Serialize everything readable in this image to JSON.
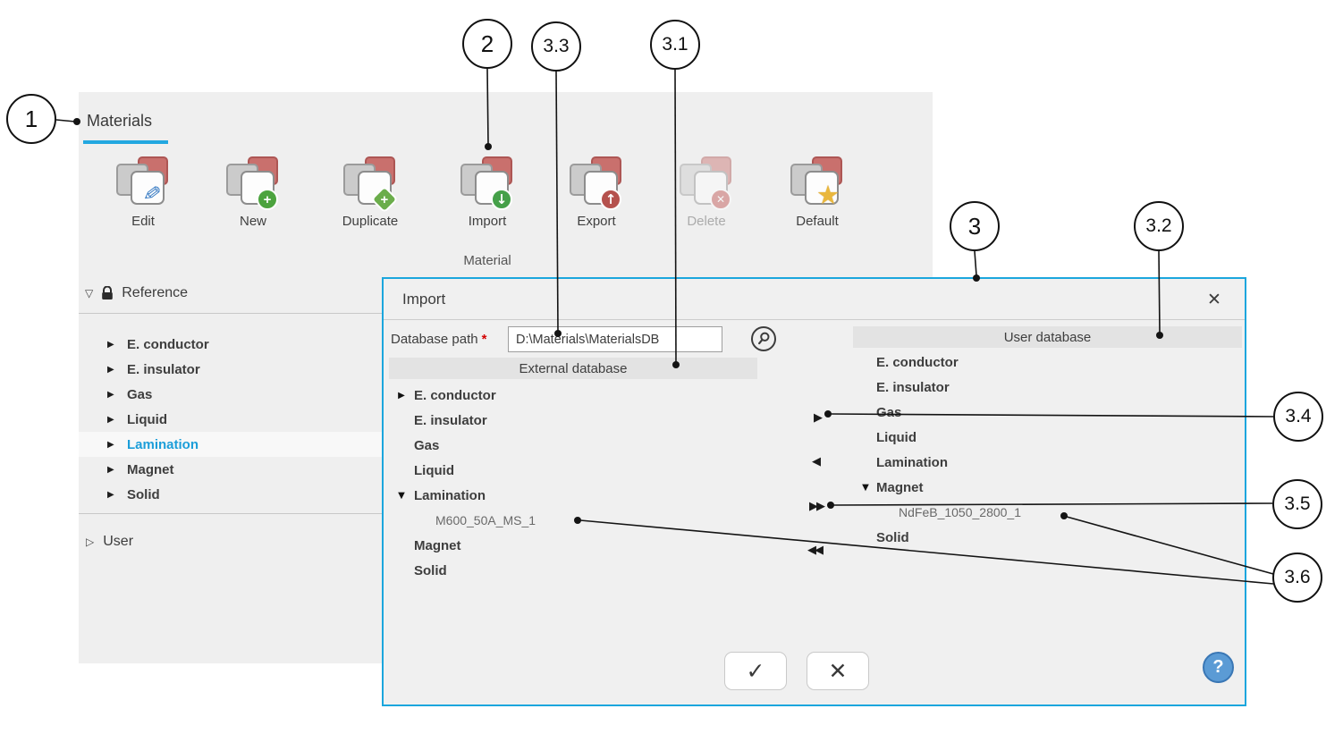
{
  "colors": {
    "accent_cyan": "#1ba6dd",
    "selected_blue": "#1c9ed9",
    "required_red": "#d20000",
    "help_blue": "#5b9bd5",
    "panel_bg": "#efefef"
  },
  "glyphs": {
    "tri_right": "▶",
    "tri_down": "▼",
    "tri_right_open": "▷",
    "tri_down_open": "▽",
    "check": "✓",
    "cross": "✕",
    "close": "✕",
    "question": "?",
    "star": "★",
    "plus": "+",
    "arrow_down": "↓",
    "arrow_up": "↑",
    "pencil": "✎",
    "asterisk": "*"
  },
  "panel": {
    "tab_label": "Materials",
    "toolbar": {
      "group_label": "Material",
      "buttons": [
        {
          "label": "Edit"
        },
        {
          "label": "New"
        },
        {
          "label": "Duplicate"
        },
        {
          "label": "Import"
        },
        {
          "label": "Export"
        },
        {
          "label": "Delete",
          "disabled": true
        },
        {
          "label": "Default"
        }
      ]
    },
    "tree": {
      "reference_label": "Reference",
      "reference_items": [
        {
          "label": "E. conductor"
        },
        {
          "label": "E. insulator"
        },
        {
          "label": "Gas"
        },
        {
          "label": "Liquid"
        },
        {
          "label": "Lamination",
          "selected": true
        },
        {
          "label": "Magnet"
        },
        {
          "label": "Solid"
        }
      ],
      "user_label": "User"
    }
  },
  "dialog": {
    "title": "Import",
    "database_path": {
      "label": "Database path",
      "required_marker": "*",
      "value": "D:\\Materials\\MaterialsDB"
    },
    "external_db": {
      "header": "External database",
      "items": [
        {
          "label": "E. conductor"
        },
        {
          "label": "E. insulator"
        },
        {
          "label": "Gas"
        },
        {
          "label": "Liquid"
        },
        {
          "label": "Lamination"
        },
        {
          "label": "M600_50A_MS_1",
          "child": true
        },
        {
          "label": "Magnet"
        },
        {
          "label": "Solid"
        }
      ]
    },
    "user_db": {
      "header": "User database",
      "items": [
        {
          "label": "E. conductor"
        },
        {
          "label": "E. insulator"
        },
        {
          "label": "Gas"
        },
        {
          "label": "Liquid"
        },
        {
          "label": "Lamination"
        },
        {
          "label": "Magnet"
        },
        {
          "label": "NdFeB_1050_2800_1",
          "child": true
        },
        {
          "label": "Solid"
        }
      ]
    },
    "transfer": {
      "add": "▶",
      "remove": "◀",
      "add_all": "▶▶",
      "remove_all": "◀◀"
    }
  },
  "callouts": {
    "c1": "1",
    "c2": "2",
    "c3": "3",
    "c3_1": "3.1",
    "c3_2": "3.2",
    "c3_3": "3.3",
    "c3_4": "3.4",
    "c3_5": "3.5",
    "c3_6": "3.6"
  }
}
